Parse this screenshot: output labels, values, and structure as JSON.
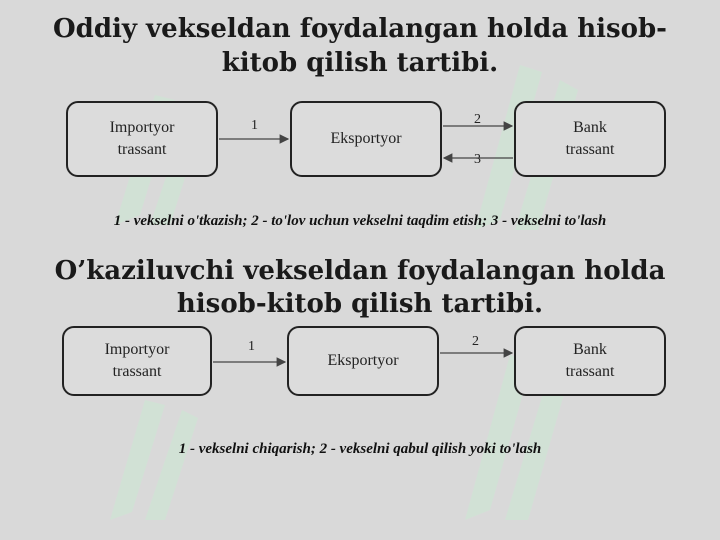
{
  "watermark": {
    "name": "brand-watermark",
    "color": "#c8ecd2"
  },
  "section1": {
    "title_line1": "Oddiy vekseldan foydalangan holda hisob-",
    "title_line2": "kitob qilish tartibi.",
    "importer": {
      "line1": "Importyor",
      "line2": "trassant"
    },
    "exporter": {
      "line1": "Eksportyor"
    },
    "bank": {
      "line1": "Bank",
      "line2": "trassant"
    },
    "arrow_labels": [
      "1",
      "2",
      "3"
    ],
    "caption": "1 - vekselni o'tkazish; 2 - to'lov uchun vekselni taqdim etish; 3 - vekselni to'lash"
  },
  "section2": {
    "title_line1": "O’kaziluvchi vekseldan foydalangan holda",
    "title_line2": "hisob-kitob qilish tartibi.",
    "importer": {
      "line1": "Importyor",
      "line2": "trassant"
    },
    "exporter": {
      "line1": "Eksportyor"
    },
    "bank": {
      "line1": "Bank",
      "line2": "trassant"
    },
    "arrow_labels": [
      "1",
      "2"
    ],
    "caption": "1 - vekselni chiqarish; 2 - vekselni qabul qilish yoki to'lash"
  }
}
